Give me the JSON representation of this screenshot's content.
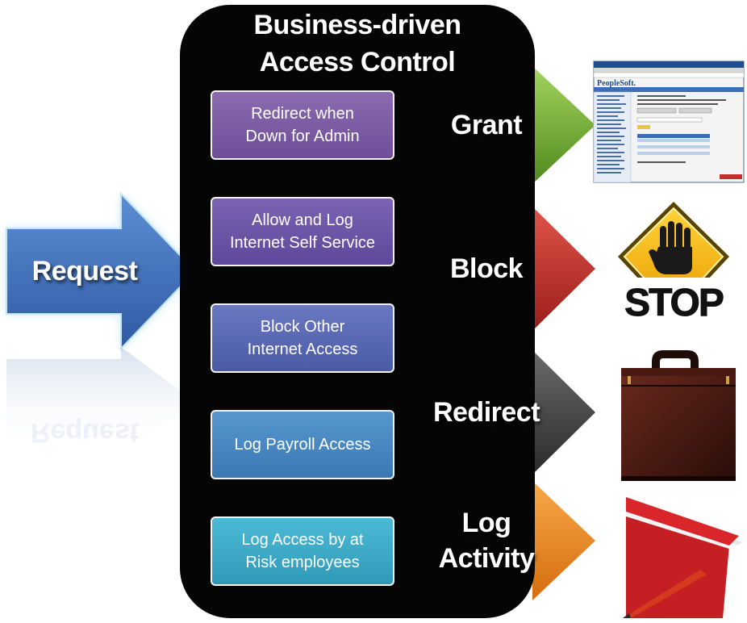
{
  "title": [
    "Business-driven",
    "Access Control"
  ],
  "request_label": "Request",
  "request_reflection": "Request",
  "steps": [
    {
      "text": [
        "Redirect when",
        "Down for Admin"
      ],
      "color": "#7f5ea2"
    },
    {
      "text": [
        "Allow  and Log",
        "Internet Self Service"
      ],
      "color": "#6f56a6"
    },
    {
      "text": [
        "Block Other",
        "Internet Access"
      ],
      "color": "#5d67b3"
    },
    {
      "text": [
        "Log Payroll Access"
      ],
      "color": "#4a8ac2"
    },
    {
      "text": [
        "Log Access by at",
        "Risk employees"
      ],
      "color": "#3faecb"
    }
  ],
  "outcomes": [
    {
      "label": [
        "Grant"
      ],
      "color": "#6aa436",
      "icon": "web-page-screenshot"
    },
    {
      "label": [
        "Block"
      ],
      "color": "#c0322b",
      "icon": "stop-sign-icon"
    },
    {
      "label": [
        "Redirect"
      ],
      "color": "#3c3c3c",
      "icon": "briefcase-icon"
    },
    {
      "label": [
        "Log",
        "Activity"
      ],
      "color": "#e9851f",
      "icon": "notebook-pencil-icon"
    }
  ],
  "screenshot_brand": "PeopleSoft.",
  "stop_text": "STOP"
}
